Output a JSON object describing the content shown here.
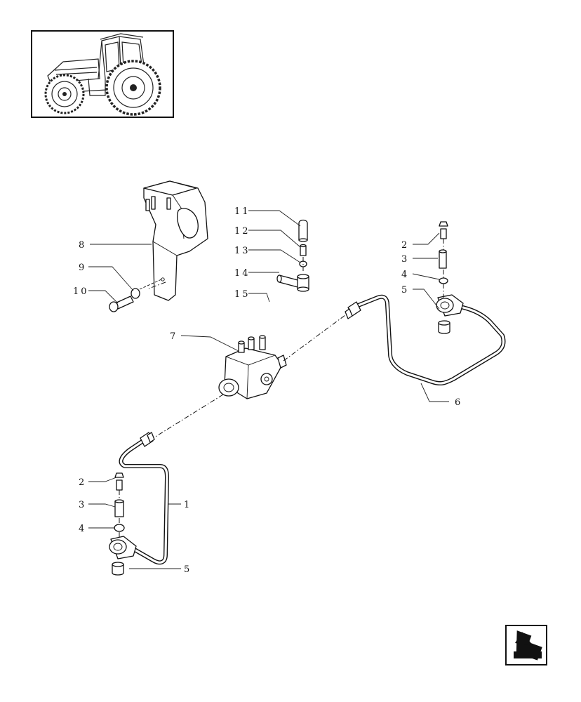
{
  "thumbnail": {
    "icon": "tractor-icon"
  },
  "navigation": {
    "icon": "next-page-arrow-icon"
  },
  "callouts": {
    "c1": "1",
    "c2a": "2",
    "c2b": "2",
    "c3a": "3",
    "c3b": "3",
    "c4a": "4",
    "c4b": "4",
    "c5a": "5",
    "c5b": "5",
    "c6": "6",
    "c7": "7",
    "c8": "8",
    "c9": "9",
    "c10": "10",
    "c11": "11",
    "c12": "12",
    "c13": "13",
    "c14": "14",
    "c15": "15"
  }
}
